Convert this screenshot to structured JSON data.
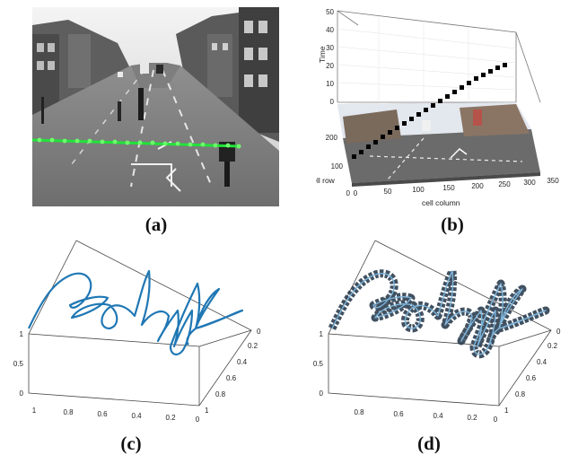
{
  "figure": {
    "captions": {
      "a": "(a)",
      "b": "(b)",
      "c": "(c)",
      "d": "(d)"
    }
  },
  "panel_b": {
    "axis_labels": {
      "z": "Time",
      "y": "cell row",
      "x": "cell column"
    },
    "z_ticks": [
      "50",
      "40",
      "30",
      "20",
      "10",
      "0"
    ],
    "row_ticks": [
      "200",
      "100",
      "0"
    ],
    "col_ticks": [
      "0",
      "50",
      "100",
      "150",
      "200",
      "250",
      "300",
      "350"
    ],
    "track_color": "#000000"
  },
  "panel_c": {
    "z_ticks": [
      "1",
      "0.5",
      "0"
    ],
    "front_ticks": [
      "1",
      "0.8",
      "0.6",
      "0.4",
      "0.2",
      "0"
    ],
    "side_ticks": [
      "0",
      "0.2",
      "0.4",
      "0.6",
      "0.8",
      "1"
    ],
    "curve_color": "#1f77b4"
  },
  "panel_d": {
    "z_ticks": [
      "1",
      "0.5",
      "0"
    ],
    "front_ticks": [
      "0.8",
      "0.6",
      "0.4",
      "0.2",
      "0"
    ],
    "side_ticks": [
      "0",
      "0.2",
      "0.4",
      "0.6",
      "0.8",
      "1"
    ],
    "voxel_color": "#2c3e50"
  },
  "colors": {
    "detection_line": "#22e33a",
    "handwriting": "#1f77b4"
  }
}
